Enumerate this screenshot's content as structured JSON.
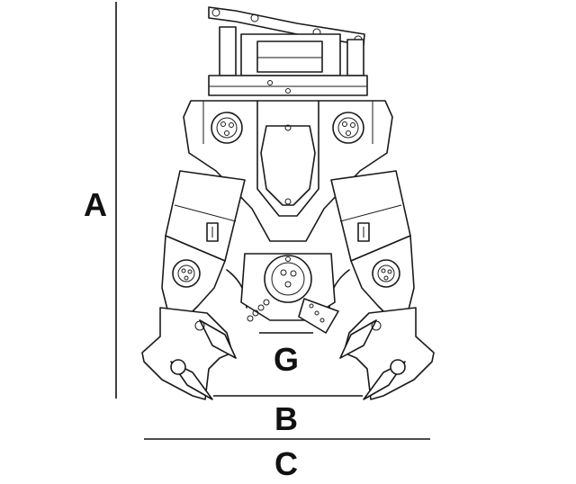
{
  "diagram": {
    "labels": {
      "a": "A",
      "b": "B",
      "c": "C",
      "g": "G"
    },
    "colors": {
      "line": "#1a1a1a",
      "background": "#ffffff"
    }
  }
}
